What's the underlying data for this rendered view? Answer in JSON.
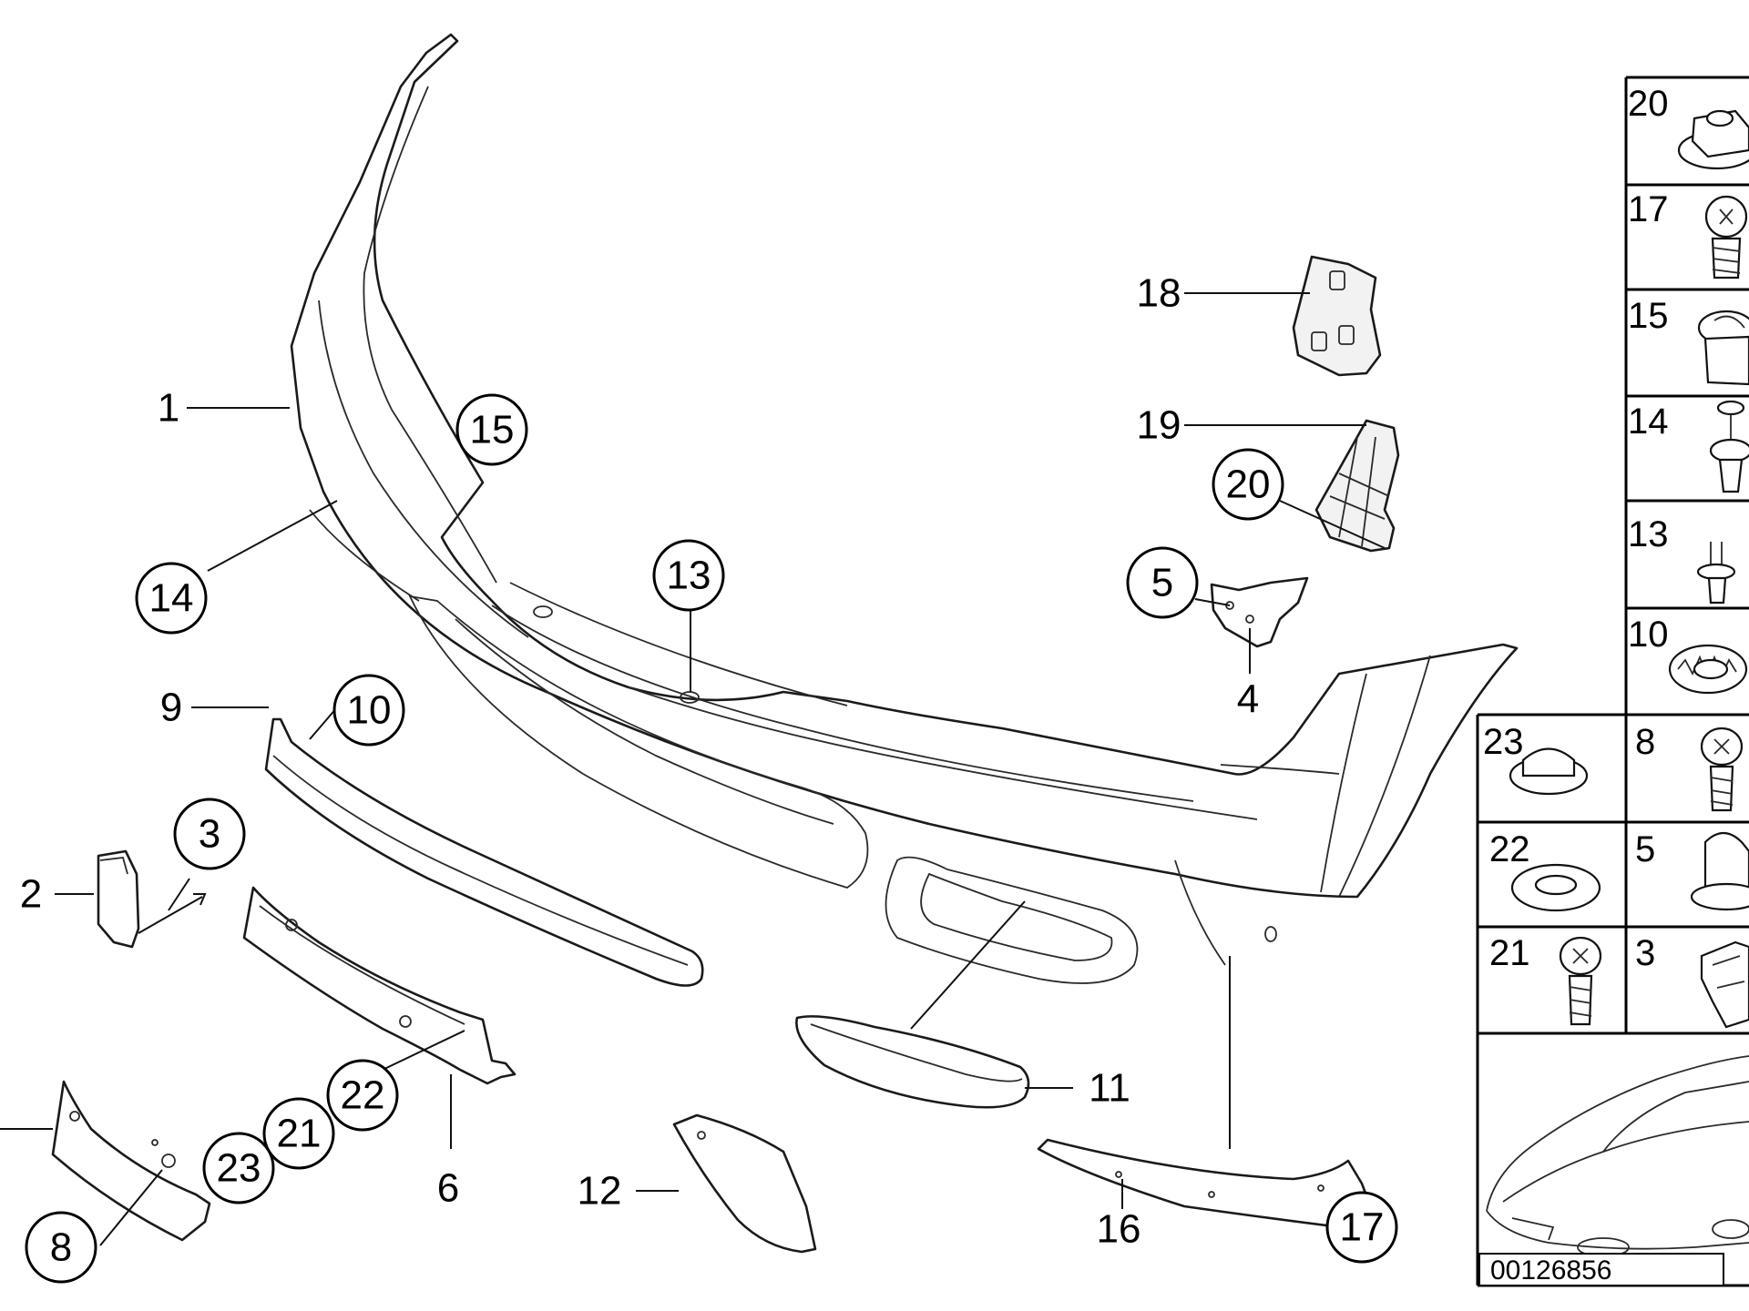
{
  "callouts": {
    "c1": "1",
    "c2": "2",
    "c3": "3",
    "c4": "4",
    "c5": "5",
    "c6": "6",
    "c8": "8",
    "c9": "9",
    "c10": "10",
    "c11": "11",
    "c12": "12",
    "c13": "13",
    "c14": "14",
    "c15": "15",
    "c16": "16",
    "c17": "17",
    "c18": "18",
    "c19": "19",
    "c20": "20",
    "c21": "21",
    "c22": "22",
    "c23": "23"
  },
  "hardware_grid": {
    "cells": [
      "20",
      "17",
      "15",
      "14",
      "13",
      "10",
      "23",
      "8",
      "22",
      "5",
      "21",
      "3"
    ]
  },
  "reference_number": "00126856"
}
